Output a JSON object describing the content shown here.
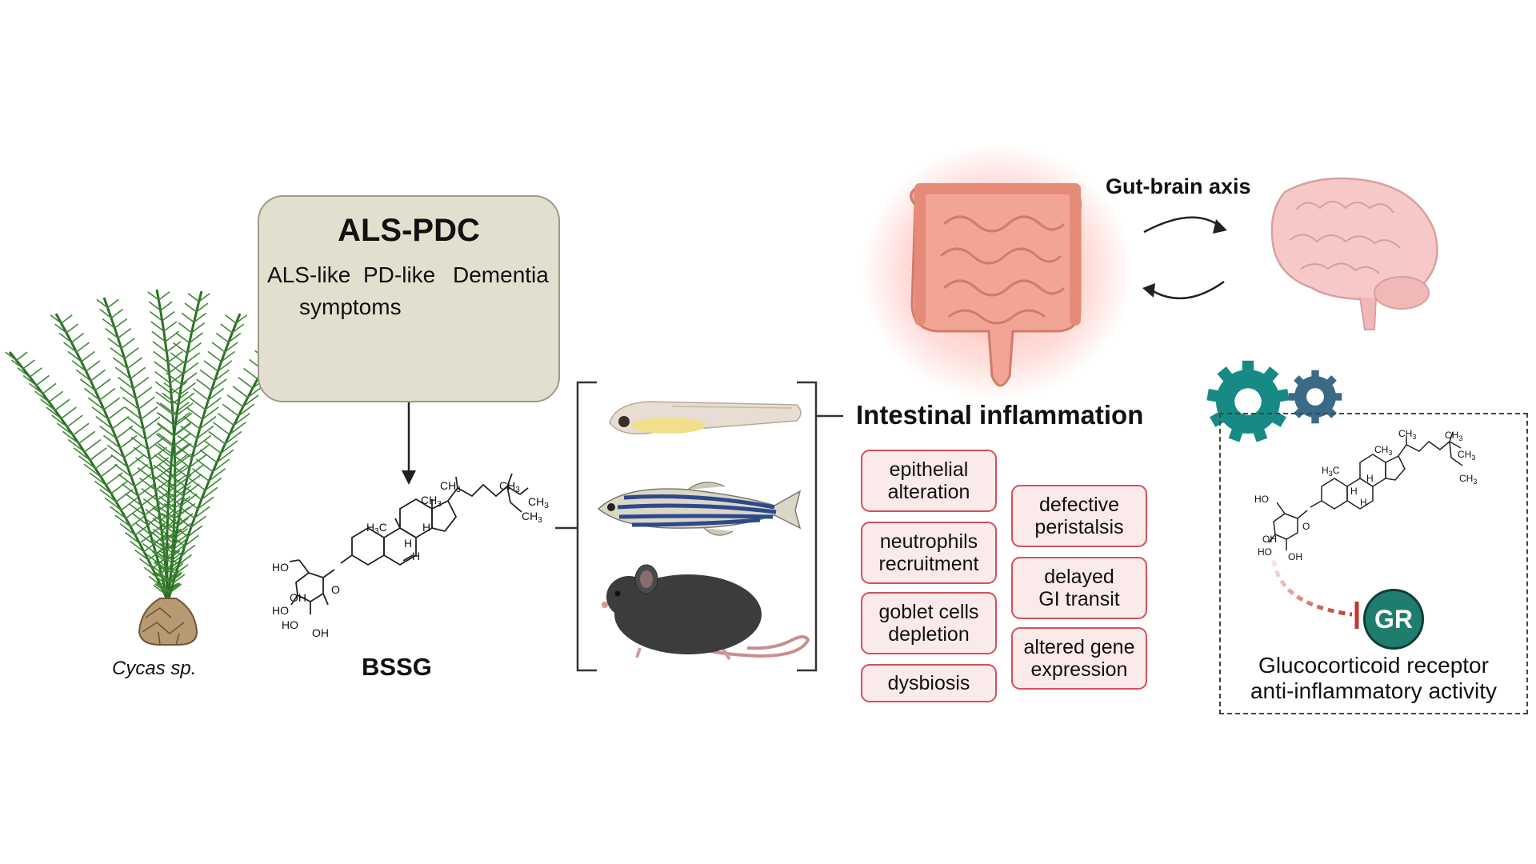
{
  "als_box": {
    "title": "ALS-PDC",
    "symptoms": [
      "ALS-like",
      "PD-like",
      "Dementia"
    ],
    "symptoms_suffix": "symptoms"
  },
  "plant_label": "Cycas sp.",
  "compound_label": "BSSG",
  "chem": {
    "ch3": "CH",
    "sub3": "3",
    "h3c": "H",
    "h": "H",
    "oh": "OH",
    "ho": "HO",
    "o": "O"
  },
  "models": [
    "zebrafish-larva",
    "adult-zebrafish",
    "mouse"
  ],
  "inflammation": {
    "title": "Intestinal inflammation",
    "effects_left": [
      [
        "epithelial",
        "alteration"
      ],
      [
        "neutrophils",
        "recruitment"
      ],
      [
        "goblet cells",
        "depletion"
      ],
      [
        "dysbiosis"
      ]
    ],
    "effects_right": [
      [
        "defective",
        "peristalsis"
      ],
      [
        "delayed",
        "GI transit"
      ],
      [
        "altered gene",
        "expression"
      ]
    ]
  },
  "gut_brain": {
    "label": "Gut-brain axis"
  },
  "receptor": {
    "badge": "GR",
    "caption_line1": "Glucocorticoid receptor",
    "caption_line2": "anti-inflammatory activity"
  },
  "colors": {
    "als_box_fill": "#e3dfcf",
    "effect_border": "#d0525c",
    "effect_fill": "#fbeaea",
    "gr_green": "#1f7d6e",
    "gear_teal": "#188a86",
    "gear_blue": "#3a6a86",
    "inhibit_red": "#c0392b"
  }
}
